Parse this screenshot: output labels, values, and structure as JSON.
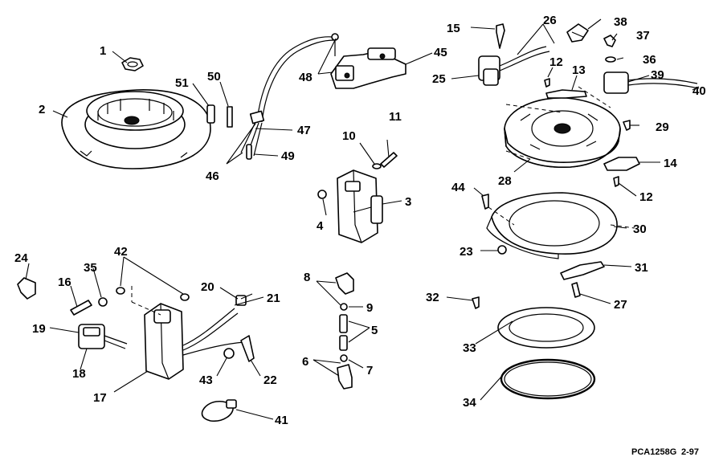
{
  "diagram": {
    "code": "PCA1258G",
    "date": "2-97",
    "callouts": {
      "c1": "1",
      "c2": "2",
      "c3": "3",
      "c4": "4",
      "c5": "5",
      "c6": "6",
      "c7": "7",
      "c8": "8",
      "c9": "9",
      "c10": "10",
      "c11": "11",
      "c12a": "12",
      "c12b": "12",
      "c13": "13",
      "c14": "14",
      "c15": "15",
      "c16": "16",
      "c17": "17",
      "c18": "18",
      "c19": "19",
      "c20": "20",
      "c21": "21",
      "c22": "22",
      "c23": "23",
      "c24": "24",
      "c25": "25",
      "c26": "26",
      "c27": "27",
      "c28": "28",
      "c29": "29",
      "c30": "30",
      "c31": "31",
      "c32": "32",
      "c33": "33",
      "c34": "34",
      "c35": "35",
      "c36": "36",
      "c37": "37",
      "c38": "38",
      "c39": "39",
      "c40": "40",
      "c41": "41",
      "c42": "42",
      "c43": "43",
      "c44": "44",
      "c45": "45",
      "c46": "46",
      "c47": "47",
      "c48": "48",
      "c49": "49",
      "c50": "50",
      "c51": "51"
    }
  }
}
